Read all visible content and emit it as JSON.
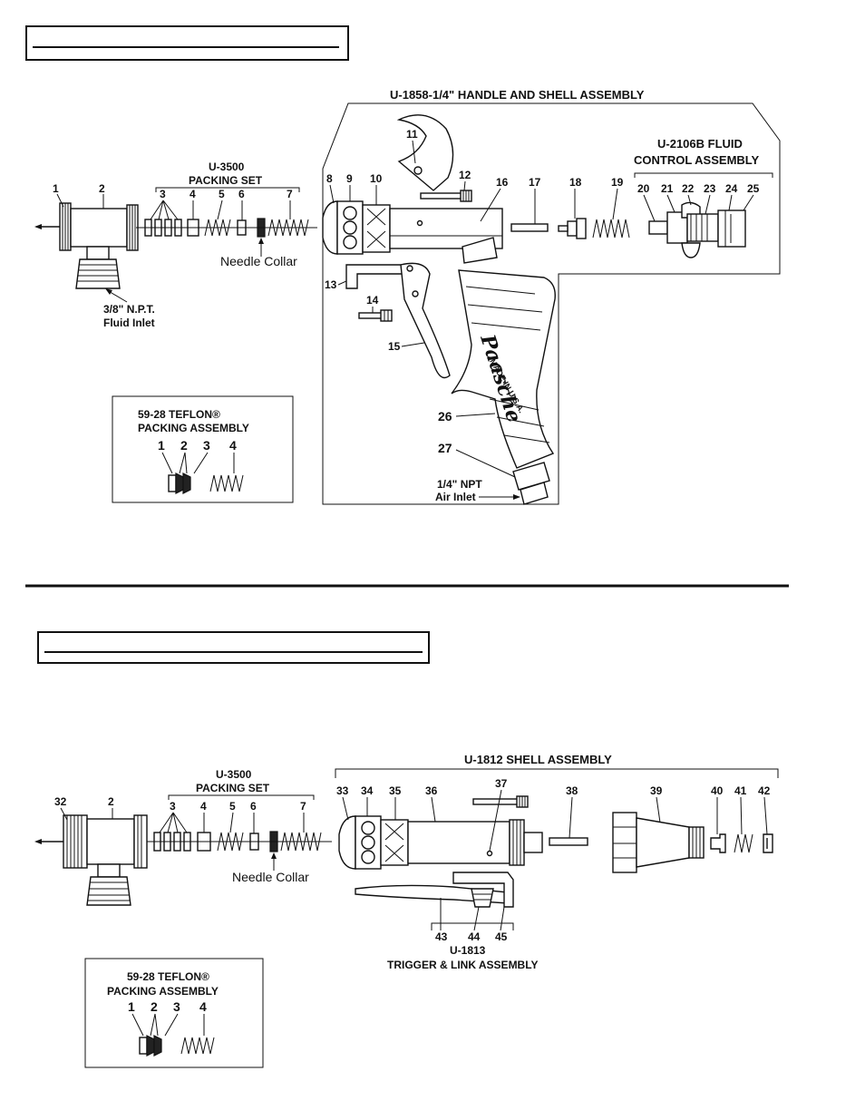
{
  "section1": {
    "assembly_title": "U-1858-1/4\" HANDLE AND SHELL ASSEMBLY",
    "fluid_control_line1": "U-2106B FLUID",
    "fluid_control_line2": "CONTROL ASSEMBLY",
    "packing_set_line1": "U-3500",
    "packing_set_line2": "PACKING SET",
    "needle_collar": "Needle Collar",
    "fluid_inlet_line1": "3/8\" N.P.T.",
    "fluid_inlet_line2": "Fluid Inlet",
    "air_inlet_line1": "1/4\" NPT",
    "air_inlet_line2": "Air Inlet",
    "brand_logo": "Paasche",
    "made_in": "MADE IN U.S.A.",
    "teflon_line1": "59-28 TEFLON®",
    "teflon_line2": "PACKING ASSEMBLY",
    "teflon_numbers": [
      "1",
      "2",
      "3",
      "4"
    ],
    "part_numbers": [
      "1",
      "2",
      "3",
      "4",
      "5",
      "6",
      "7",
      "8",
      "9",
      "10",
      "11",
      "12",
      "13",
      "14",
      "15",
      "16",
      "17",
      "18",
      "19",
      "20",
      "21",
      "22",
      "23",
      "24",
      "25",
      "26",
      "27"
    ]
  },
  "section2": {
    "assembly_title": "U-1812  SHELL ASSEMBLY",
    "packing_set_line1": "U-3500",
    "packing_set_line2": "PACKING SET",
    "needle_collar": "Needle Collar",
    "trigger_line1": "U-1813",
    "trigger_line2": "TRIGGER & LINK ASSEMBLY",
    "teflon_line1": "59-28 TEFLON®",
    "teflon_line2": "PACKING ASSEMBLY",
    "teflon_numbers": [
      "1",
      "2",
      "3",
      "4"
    ],
    "part_numbers": [
      "32",
      "2",
      "3",
      "4",
      "5",
      "6",
      "7",
      "33",
      "34",
      "35",
      "36",
      "37",
      "38",
      "39",
      "40",
      "41",
      "42",
      "43",
      "44",
      "45"
    ]
  }
}
